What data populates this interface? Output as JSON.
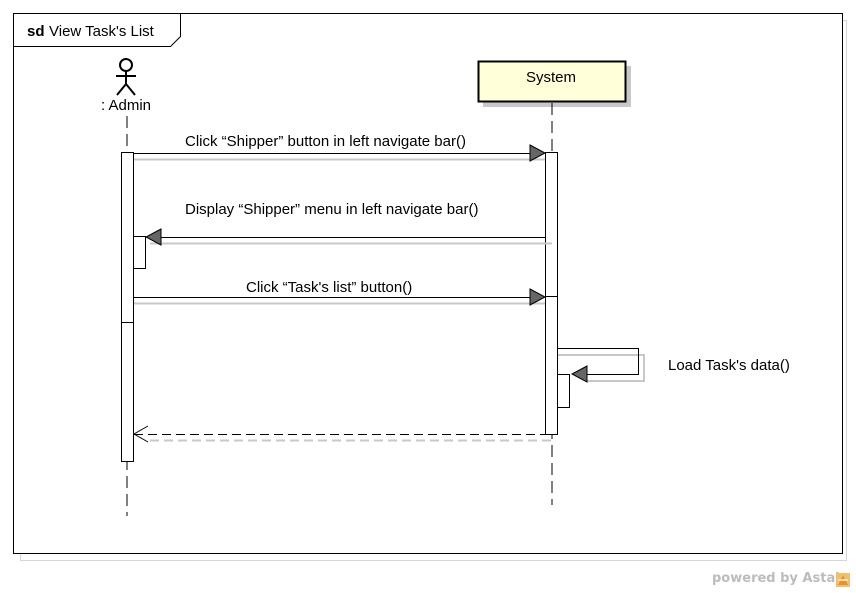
{
  "frame": {
    "keyword": "sd",
    "title": "View Task's List"
  },
  "lifelines": {
    "actor": ": Admin",
    "system": "System"
  },
  "messages": [
    {
      "label": "Click “Shipper” button in left navigate bar()"
    },
    {
      "label": "Display “Shipper” menu in left navigate bar()"
    },
    {
      "label": "Click “Task's list” button()"
    },
    {
      "label": "Load Task's data()"
    }
  ],
  "watermark": "powered by Astah",
  "colors": {
    "system_box_fill": "#ffffd9",
    "line": "#000000",
    "shadow": "#c8c8c8",
    "arrowhead": "#666666"
  }
}
